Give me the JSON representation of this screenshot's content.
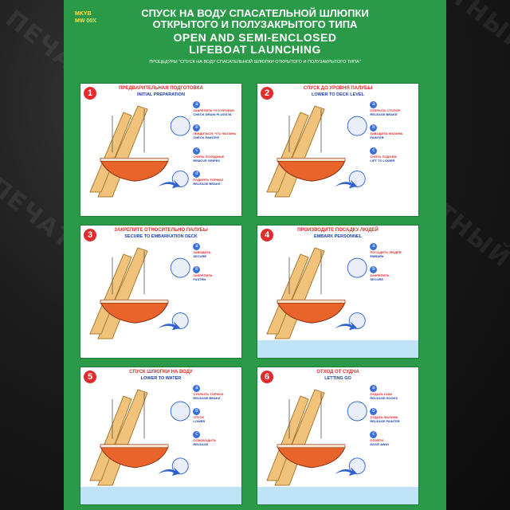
{
  "header": {
    "code_line1": "MKYB",
    "code_line2": "MW 00Х",
    "title_ru_line1": "СПУСК НА ВОДУ СПАСАТЕЛЬНОЙ ШЛЮПКИ",
    "title_ru_line2": "ОТКРЫТОГО И ПОЛУЗАКРЫТОГО ТИПА",
    "title_en_line1": "OPEN AND SEMI-ENCLOSED",
    "title_en_line2": "LIFEBOAT LAUNCHING",
    "subtitle": "ПРОЦЕДУРЫ \"СПУСК НА ВОДУ СПАСАТЕЛЬНОЙ ШЛЮПКИ ОТКРЫТОГО И ПОЛУЗАКРЫТОГО ТИПА\""
  },
  "panels": [
    {
      "num": "1",
      "title_ru": "ПРЕДВАРИТЕЛЬНАЯ ПОДГОТОВКА",
      "title_en": "INITIAL PREPARATION",
      "steps": [
        {
          "l": "a",
          "ru": "ЗАКРЕПИТЬ ЧТО ПРОБКИ",
          "en": "CHECK DRAIN PLUGS IN"
        },
        {
          "l": "b",
          "ru": "УБЕДИТЬСЯ, ЧТО ФАЛИНЬ",
          "en": "CHECK PAINTER"
        },
        {
          "l": "c",
          "ru": "СНЯТЬ ПОХОДНЫЕ",
          "en": "REMOVE GRIPES"
        },
        {
          "l": "d",
          "ru": "ПОДНЯТЬ ТОРМОЗ",
          "en": "RELEASE BRAKE"
        }
      ]
    },
    {
      "num": "2",
      "title_ru": "СПУСК ДО УРОВНЯ ПАЛУБЫ",
      "title_en": "LOWER TO DECK LEVEL",
      "steps": [
        {
          "l": "a",
          "ru": "ОТКРЫТЬ СТОПОР",
          "en": "RELEASE BRAKE"
        },
        {
          "l": "b",
          "ru": "ЗАВОДИТЬ ФАЛИНЬ",
          "en": "PAINTER"
        },
        {
          "l": "c",
          "ru": "СНЯТЬ ПОДЪЕМ",
          "en": "LIFT TO LOWER"
        }
      ]
    },
    {
      "num": "3",
      "title_ru": "ЗАКРЕПИТЕ ОТНОСИТЕЛЬНО ПАЛУБЫ",
      "title_en": "SECURE TO EMBARKATION DECK",
      "steps": [
        {
          "l": "a",
          "ru": "ЗАВОДИТЬ",
          "en": "SECURE"
        },
        {
          "l": "b",
          "ru": "ЗАКРЕПИТЬ",
          "en": "FASTEN"
        }
      ]
    },
    {
      "num": "4",
      "title_ru": "ПРОИЗВОДИТЕ ПОСАДКУ ЛЮДЕЙ",
      "title_en": "EMBARK PERSONNEL",
      "steps": [
        {
          "l": "a",
          "ru": "ПОСАДИТЬ ЛЮДЕЙ",
          "en": "EMBARK"
        },
        {
          "l": "b",
          "ru": "ЗАКРЕПИТЬ",
          "en": "SECURE"
        }
      ]
    },
    {
      "num": "5",
      "title_ru": "СПУСК ШЛЮПКИ НА ВОДУ",
      "title_en": "LOWER TO WATER",
      "steps": [
        {
          "l": "a",
          "ru": "ОТКРЫТЬ ТОРМОЗ",
          "en": "RELEASE BRAKE"
        },
        {
          "l": "b",
          "ru": "СПУСК",
          "en": "LOWER"
        },
        {
          "l": "c",
          "ru": "ОСВОБОДИТЬ",
          "en": "RELEASE"
        }
      ]
    },
    {
      "num": "6",
      "title_ru": "ОТХОД ОТ СУДНА",
      "title_en": "LETTING GO",
      "steps": [
        {
          "l": "a",
          "ru": "ОТДАТЬ ГАКИ",
          "en": "RELEASE HOOKS"
        },
        {
          "l": "b",
          "ru": "ОТДАТЬ ФАЛИНЬ",
          "en": "RELEASE PAINTER"
        },
        {
          "l": "c",
          "ru": "ОТОЙТИ",
          "en": "MOVE AWAY"
        }
      ]
    }
  ],
  "colors": {
    "poster_green": "#2a9a48",
    "accent_red": "#e32b2b",
    "accent_blue": "#1d3ea8",
    "boat_orange": "#e8642b",
    "davit_tan": "#f0c27a"
  },
  "watermark": "ПЕЧАТНЫЙ ДВОР \"МАРТ\""
}
